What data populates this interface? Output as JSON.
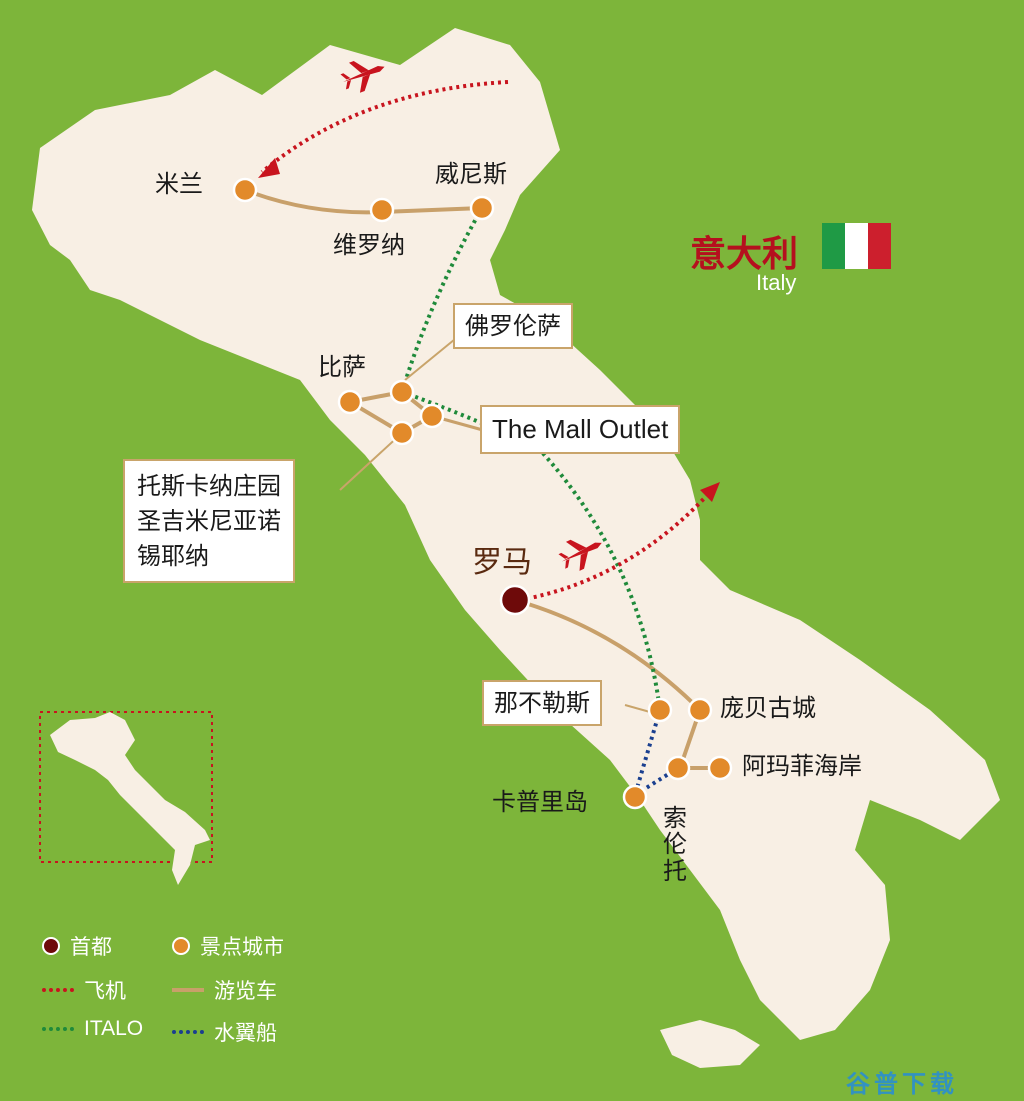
{
  "title": {
    "cn": "意大利",
    "en": "Italy"
  },
  "colors": {
    "background": "#7db53a",
    "land": "#f8efe4",
    "title_red": "#b5101e",
    "city_dot": "#e28a2a",
    "capital_dot": "#6e0a0a",
    "plane_route": "#c8141e",
    "italo_route": "#1f8a3a",
    "bus_route": "#c8a06a",
    "ferry_route": "#1a3f8f",
    "flag_green": "#1f9a45",
    "flag_white": "#ffffff",
    "flag_red": "#cc1f2d"
  },
  "cities": {
    "milan": "米兰",
    "venice": "威尼斯",
    "verona": "维罗纳",
    "pisa": "比萨",
    "florence": "佛罗伦萨",
    "mall_outlet": "The Mall Outlet",
    "tuscany": [
      "托斯卡纳庄园",
      "圣吉米尼亚诺",
      "锡耶纳"
    ],
    "rome": "罗马",
    "naples": "那不勒斯",
    "pompeii": "庞贝古城",
    "amalfi": "阿玛菲海岸",
    "capri": "卡普里岛",
    "sorrento": "索伦托"
  },
  "legend": {
    "capital": "首都",
    "scenic_city": "景点城市",
    "plane": "飞机",
    "tour_bus": "游览车",
    "italo": "ITALO",
    "hydrofoil": "水翼船"
  },
  "icons": {
    "plane": "airplane-icon",
    "flag": "italy-flag-icon"
  },
  "watermark": "谷普下载"
}
